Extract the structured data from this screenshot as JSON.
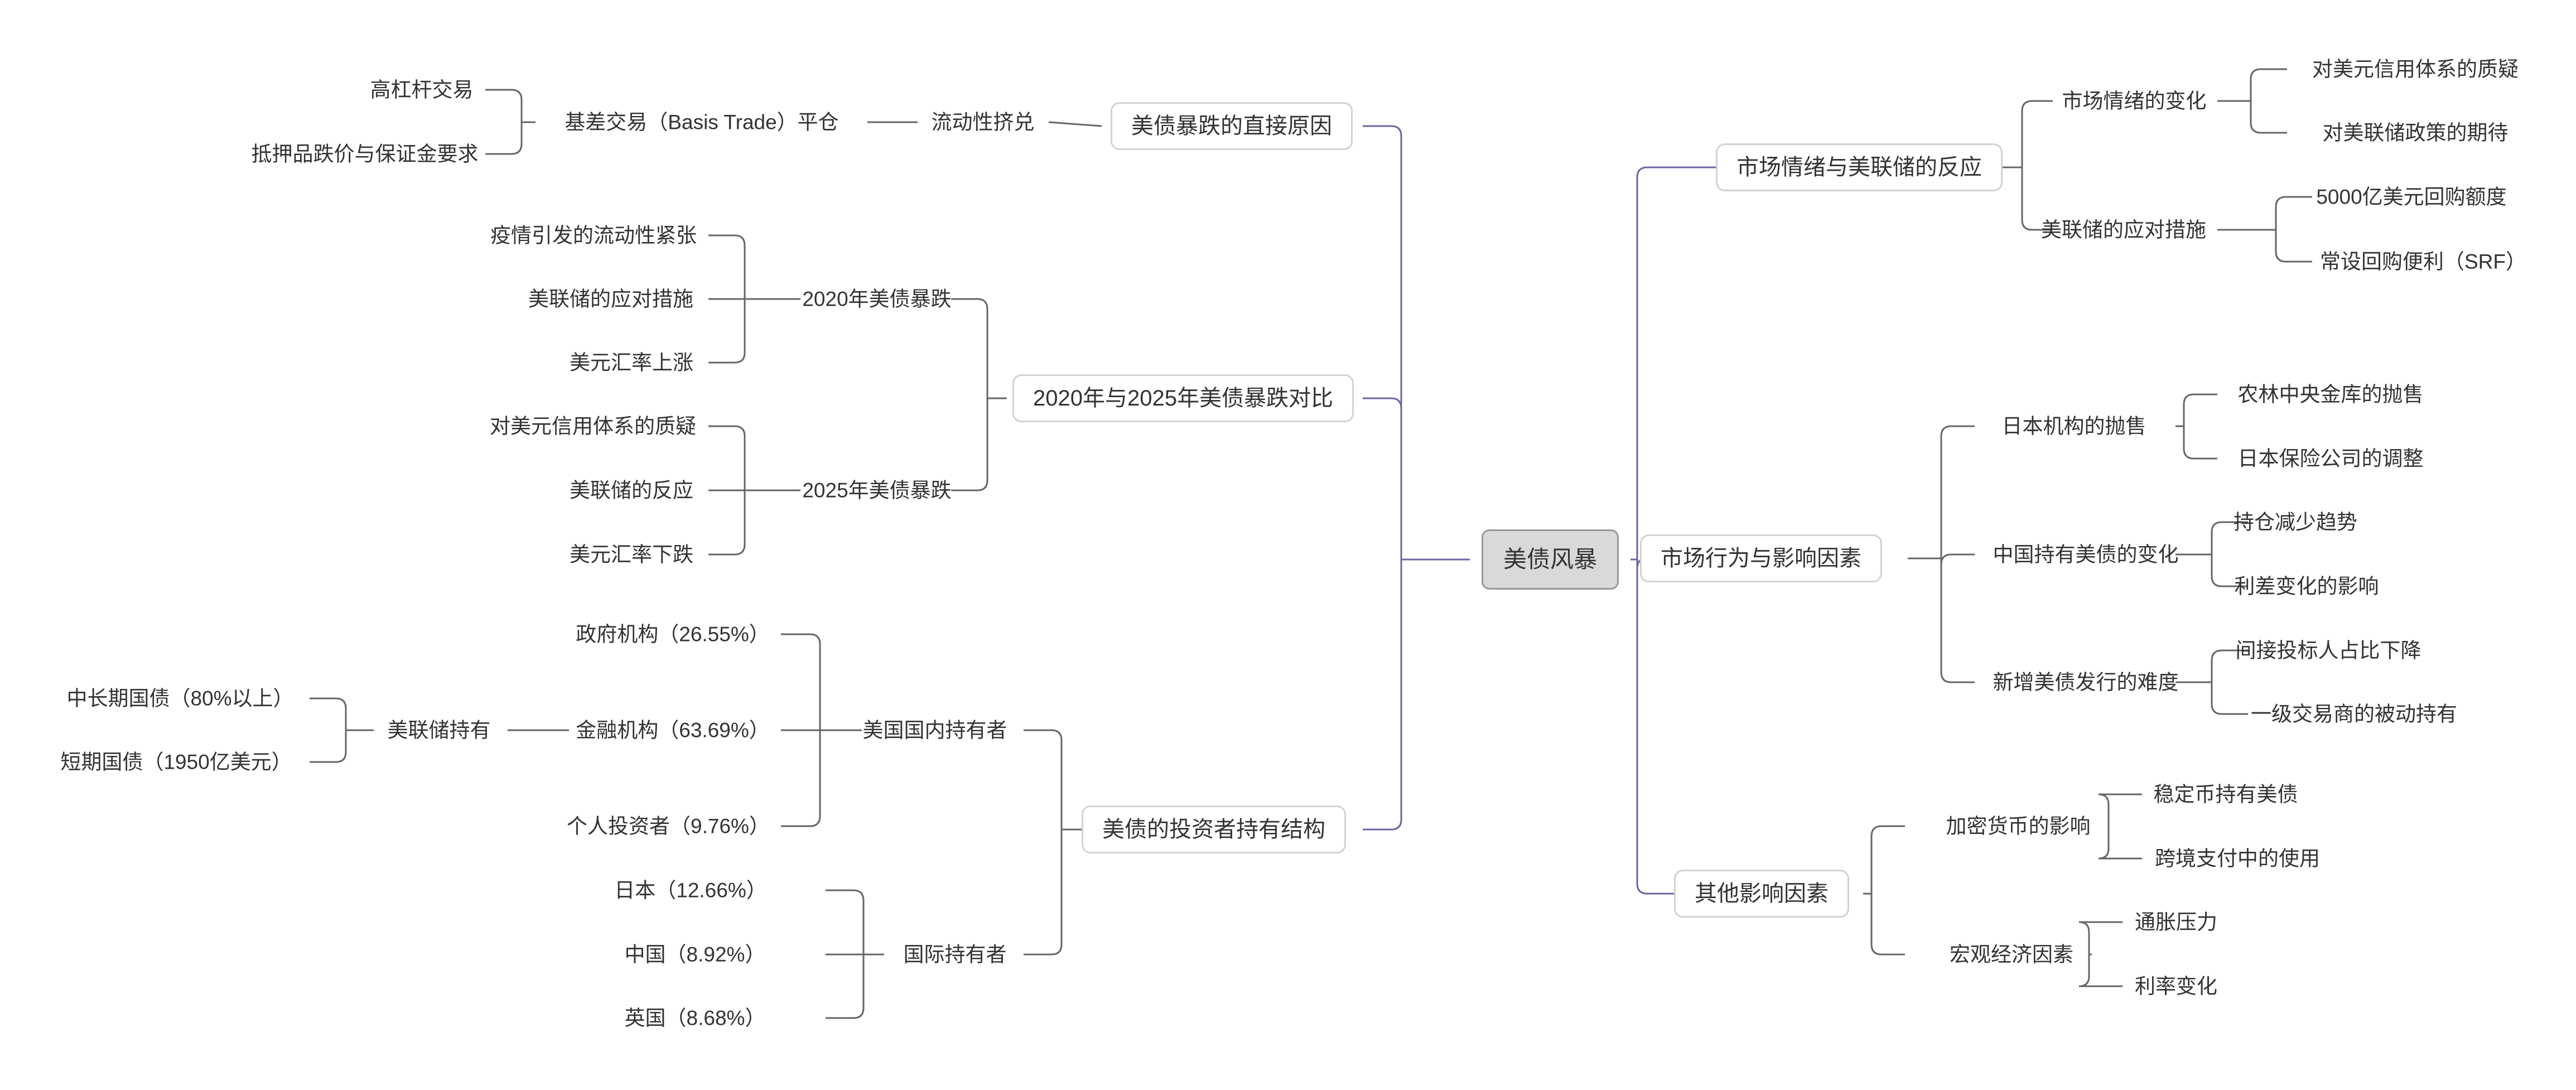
{
  "colors": {
    "main_link": "#6a66a3",
    "sub_link": "#666666",
    "root_fill": "#d9d9d9",
    "box_border": "#d2d2d2"
  },
  "root": "美债风暴",
  "branches": {
    "direct_cause": {
      "label": "美债暴跌的直接原因",
      "liquidity": "流动性挤兑",
      "basis_trade": "基差交易（Basis Trade）平仓",
      "high_leverage": "高杠杆交易",
      "collateral": "抵押品跌价与保证金要求"
    },
    "comparison": {
      "label": "2020年与2025年美债暴跌对比",
      "y2020": {
        "label": "2020年美债暴跌",
        "items": [
          "疫情引发的流动性紧张",
          "美联储的应对措施",
          "美元汇率上涨"
        ]
      },
      "y2025": {
        "label": "2025年美债暴跌",
        "items": [
          "对美元信用体系的质疑",
          "美联储的反应",
          "美元汇率下跌"
        ]
      }
    },
    "holders": {
      "label": "美债的投资者持有结构",
      "domestic": {
        "label": "美国国内持有者",
        "gov": "政府机构（26.55%）",
        "financial": "金融机构（63.69%）",
        "individual": "个人投资者（9.76%）",
        "fed": {
          "label": "美联储持有",
          "items": [
            "中长期国债（80%以上）",
            "短期国债（1950亿美元）"
          ]
        }
      },
      "international": {
        "label": "国际持有者",
        "items": [
          "日本（12.66%）",
          "中国（8.92%）",
          "英国（8.68%）"
        ]
      }
    },
    "sentiment": {
      "label": "市场情绪与美联储的反应",
      "mood": {
        "label": "市场情绪的变化",
        "items": [
          "对美元信用体系的质疑",
          "对美联储政策的期待"
        ]
      },
      "fed_measures": {
        "label": "美联储的应对措施",
        "items": [
          "5000亿美元回购额度",
          "常设回购便利（SRF）"
        ]
      }
    },
    "behavior": {
      "label": "市场行为与影响因素",
      "japan": {
        "label": "日本机构的抛售",
        "items": [
          "农林中央金库的抛售",
          "日本保险公司的调整"
        ]
      },
      "china": {
        "label": "中国持有美债的变化",
        "items": [
          "持仓减少趋势",
          "利差变化的影响"
        ]
      },
      "issuance": {
        "label": "新增美债发行的难度",
        "items": [
          "间接投标人占比下降",
          "一级交易商的被动持有"
        ]
      }
    },
    "other": {
      "label": "其他影响因素",
      "crypto": {
        "label": "加密货币的影响",
        "items": [
          "稳定币持有美债",
          "跨境支付中的使用"
        ]
      },
      "macro": {
        "label": "宏观经济因素",
        "items": [
          "通胀压力",
          "利率变化"
        ]
      }
    }
  }
}
